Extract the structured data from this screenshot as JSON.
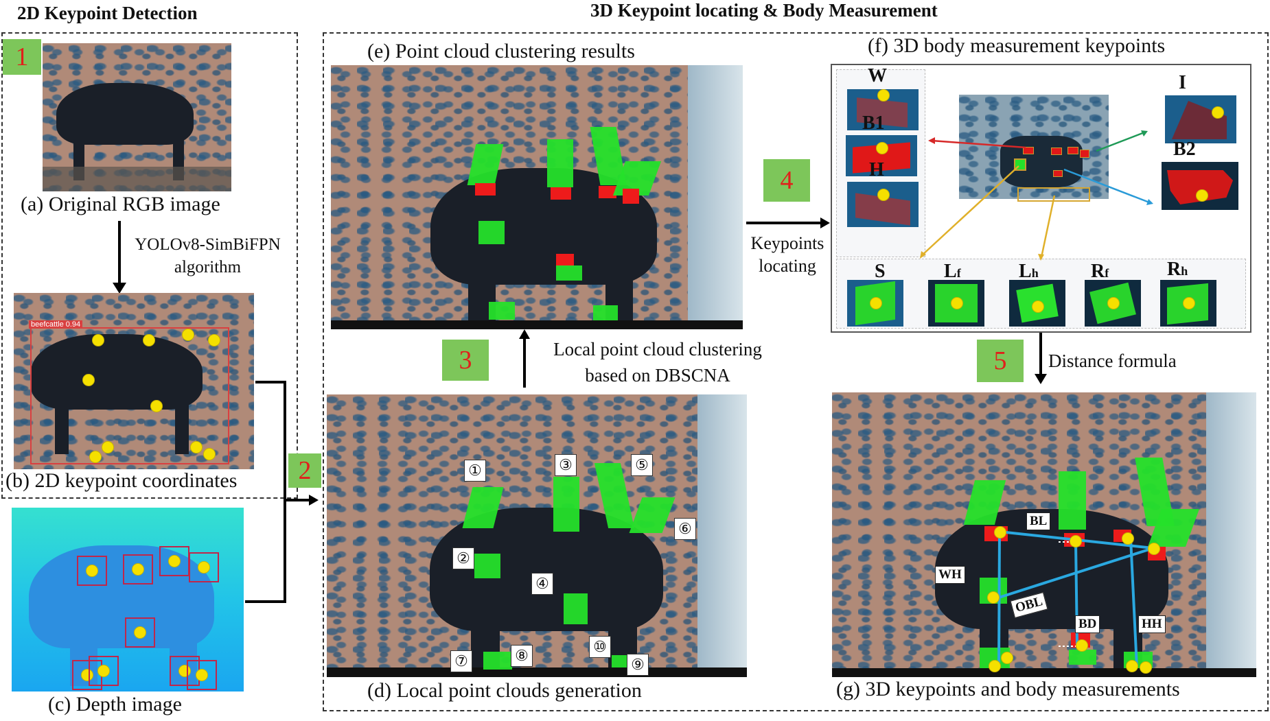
{
  "sections": {
    "left_title": "2D Keypoint Detection",
    "right_title": "3D Keypoint locating & Body Measurement"
  },
  "steps": [
    {
      "number": "1"
    },
    {
      "number": "2"
    },
    {
      "number": "3"
    },
    {
      "number": "4"
    },
    {
      "number": "5"
    }
  ],
  "panels": {
    "a": {
      "caption": "(a) Original RGB image"
    },
    "b": {
      "caption": "(b) 2D keypoint coordinates",
      "detection_label": "beefcattle  0.94"
    },
    "c": {
      "caption": "(c) Depth image"
    },
    "d": {
      "caption": "(d) Local point clouds generation",
      "regions": [
        "①",
        "②",
        "③",
        "④",
        "⑤",
        "⑥",
        "⑦",
        "⑧",
        "⑨",
        "⑩"
      ]
    },
    "e": {
      "caption": "(e) Point cloud clustering results"
    },
    "f": {
      "caption": "(f) 3D body measurement keypoints",
      "left_keypoints": [
        "W",
        "B1",
        "H"
      ],
      "right_keypoints": [
        "I",
        "B2"
      ],
      "bottom_keypoints": [
        {
          "main": "S",
          "sub": ""
        },
        {
          "main": "L",
          "sub": "f"
        },
        {
          "main": "L",
          "sub": "h"
        },
        {
          "main": "R",
          "sub": "f"
        },
        {
          "main": "R",
          "sub": "h"
        }
      ]
    },
    "g": {
      "caption": "(g) 3D keypoints and body measurements",
      "measurements": [
        "BL",
        "WH",
        "OBL",
        "BD",
        "HH"
      ]
    }
  },
  "arrows": {
    "yolo": {
      "line1": "YOLOv8-SimBiFPN",
      "line2": "algorithm"
    },
    "clustering": {
      "line1": "Local point cloud clustering",
      "line2": "based on DBSCNA"
    },
    "keypoints": {
      "line1": "Keypoints",
      "line2": "locating"
    },
    "distance": {
      "line1": "Distance formula"
    }
  },
  "colors": {
    "step_bg": "#7dc65a",
    "step_text": "#e0201b",
    "keypoint": "#f5e000",
    "cluster_green": "#25e02a",
    "cluster_red": "#ee1b1b",
    "measure_line": "#2aa8e0"
  }
}
